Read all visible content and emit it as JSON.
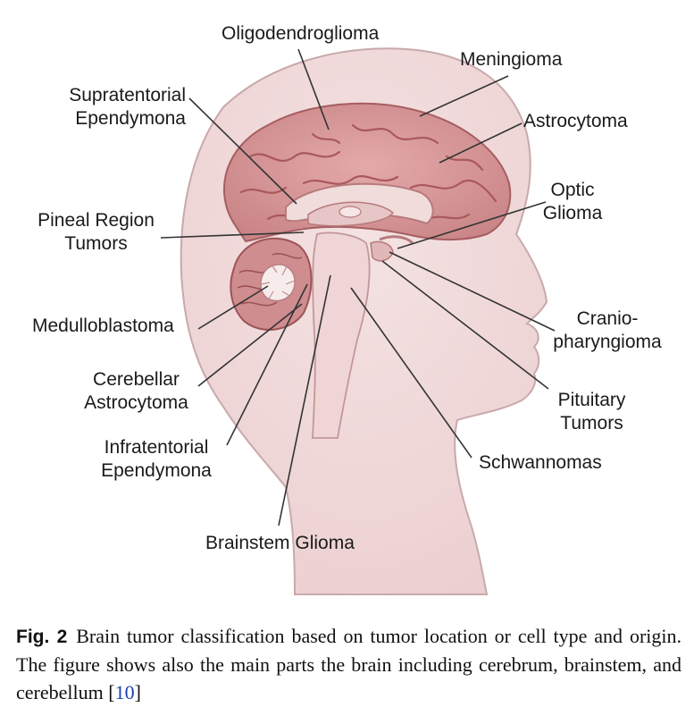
{
  "labels": {
    "oligodendroglioma": "Oligodendroglioma",
    "meningioma": "Meningioma",
    "supratentorial_1": "Supratentorial",
    "supratentorial_2": "Ependymona",
    "astrocytoma": "Astrocytoma",
    "optic_1": "Optic",
    "optic_2": "Glioma",
    "pineal_1": "Pineal Region",
    "pineal_2": "Tumors",
    "medulloblastoma": "Medulloblastoma",
    "cranio_1": "Cranio-",
    "cranio_2": "pharyngioma",
    "cerebellar_1": "Cerebellar",
    "cerebellar_2": "Astrocytoma",
    "pituitary_1": "Pituitary",
    "pituitary_2": "Tumors",
    "infratentorial_1": "Infratentorial",
    "infratentorial_2": "Ependymona",
    "schwannomas": "Schwannomas",
    "brainstem": "Brainstem Glioma"
  },
  "caption": {
    "label": "Fig. 2",
    "text": "Brain tumor classification based on tumor location or cell type and origin. The figure shows also the main parts the brain including cerebrum, brainstem, and cerebellum [",
    "ref": "10",
    "close": "]"
  },
  "colors": {
    "head_fill": "#f5e6e6",
    "head_outline": "#c9a9ab",
    "brain_fill": "#d99a9a",
    "brain_gyri": "#b86c6e",
    "inner_fill": "#edd3d3",
    "leader": "#333333",
    "ref_link": "#1a3fb0"
  }
}
